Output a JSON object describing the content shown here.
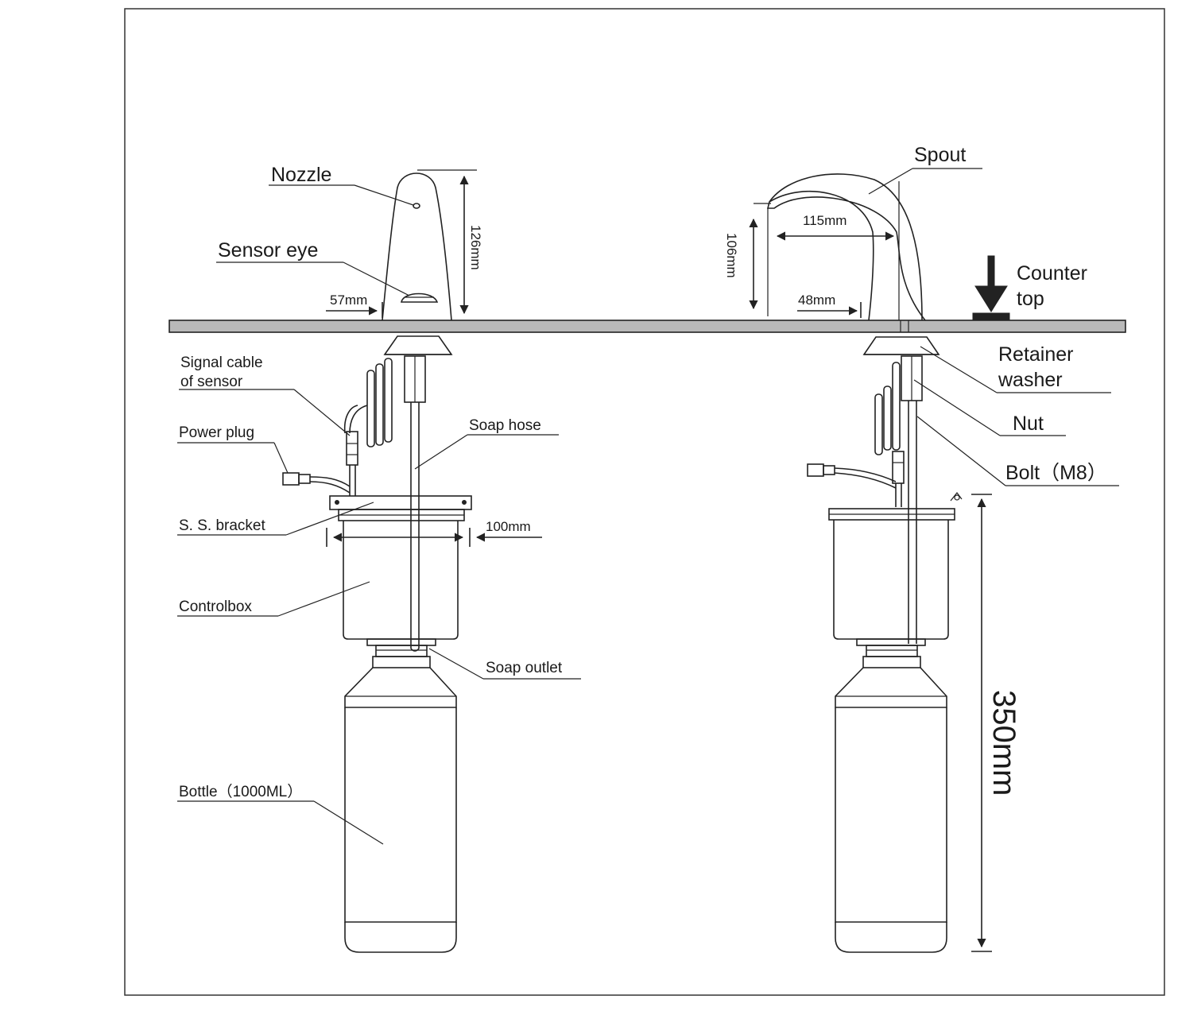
{
  "diagram": {
    "labels": {
      "nozzle": "Nozzle",
      "sensor_eye": "Sensor  eye",
      "spout": "Spout",
      "counter_top_line1": "Counter",
      "counter_top_line2": "top",
      "signal_cable_line1": "Signal  cable",
      "signal_cable_line2": "of  sensor",
      "power_plug": "Power  plug",
      "soap_hose": "Soap  hose",
      "ss_bracket": "S. S. bracket",
      "controlbox": "Controlbox",
      "soap_outlet": "Soap  outlet",
      "bottle": "Bottle（1000ML）",
      "retainer_washer_line1": "Retainer",
      "retainer_washer_line2": "washer",
      "nut": "Nut",
      "bolt": "Bolt（M8）"
    },
    "dimensions": {
      "nozzle_height": "126mm",
      "nozzle_base": "57mm",
      "spout_reach": "115mm",
      "spout_height": "106mm",
      "spout_base": "48mm",
      "controlbox_width": "100mm",
      "overall_height": "350mm"
    }
  }
}
